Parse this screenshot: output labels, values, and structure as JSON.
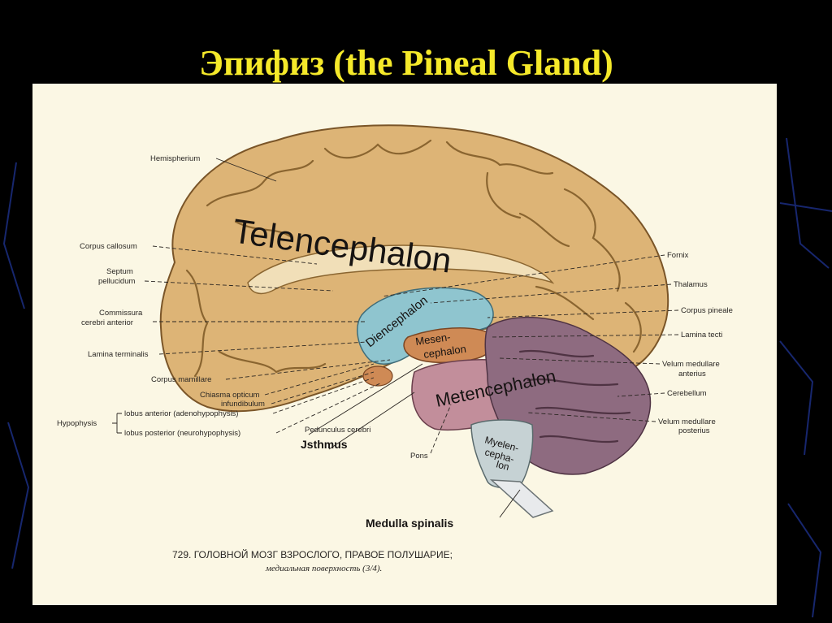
{
  "slide": {
    "title": "Эпифиз (the Pineal Gland)"
  },
  "diagram": {
    "regions": {
      "telencephalon": "Telencephalon",
      "diencephalon": "Diencephalon",
      "mesencephalon_1": "Mesen-",
      "mesencephalon_2": "cephalon",
      "metencephalon": "Metencephalon",
      "myelencephalon_1": "Myelen-",
      "myelencephalon_2": "cepha-",
      "myelencephalon_3": "lon",
      "isthmus": "Jsthmus",
      "medulla": "Medulla spinalis"
    },
    "left_labels": {
      "hemispherium": "Hemispherium",
      "corpus_callosum": "Corpus callosum",
      "septum_1": "Septum",
      "septum_2": "pellucidum",
      "commissura_1": "Commissura",
      "commissura_2": "cerebri anterior",
      "lamina_terminalis": "Lamina terminalis",
      "corpus_mamillare": "Corpus mamillare",
      "chiasma": "Chiasma opticum",
      "infundibulum": "infundibulum",
      "hypophysis": "Hypophysis",
      "lobus_anterior": "lobus anterior (adenohypophysis)",
      "lobus_posterior": "lobus posterior (neurohypophysis)",
      "pedunculus": "Pedunculus cerebri",
      "pons": "Pons"
    },
    "right_labels": {
      "fornix": "Fornix",
      "thalamus": "Thalamus",
      "corpus_pineale": "Corpus pineale",
      "lamina_tecti": "Lamina tecti",
      "velum_anterius_1": "Velum medullare",
      "velum_anterius_2": "anterius",
      "cerebellum": "Cerebellum",
      "velum_posterius_1": "Velum medullare",
      "velum_posterius_2": "posterius"
    },
    "caption": {
      "line1": "729. ГОЛОВНОЙ МОЗГ ВЗРОСЛОГО, ПРАВОЕ ПОЛУШАРИЕ;",
      "line2": "медиальная поверхность (3/4)."
    }
  },
  "colors": {
    "title": "#f5e92a",
    "background": "#000000",
    "plate": "#fbf7e4",
    "cortex": "#ddb476",
    "diencephalon": "#8fc5cf",
    "mesencephalon": "#cf8a55",
    "metencephalon": "#c28e9b",
    "cerebellum": "#8e6b80",
    "myelencephalon": "#c6d2d4"
  }
}
